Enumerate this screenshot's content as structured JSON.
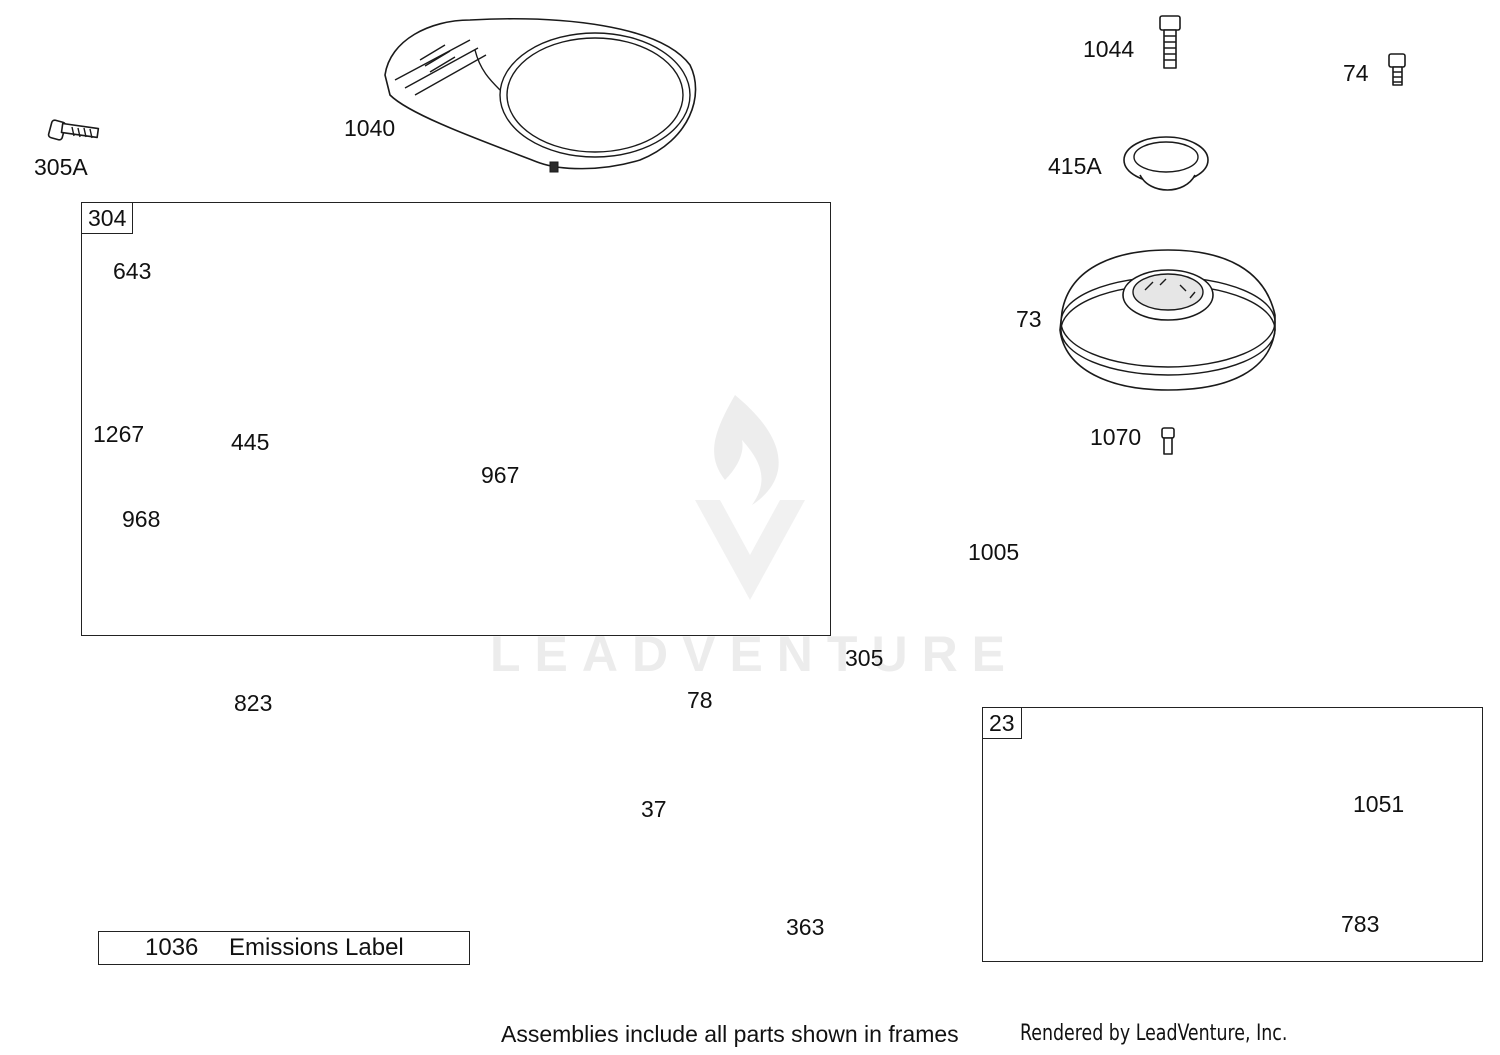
{
  "watermark": {
    "text": "LEADVENTURE",
    "color": "#ececec"
  },
  "frames": {
    "frame_304": {
      "label": "304"
    },
    "frame_23": {
      "label": "23"
    }
  },
  "parts": {
    "p305A": "305A",
    "p1040": "1040",
    "p1044": "1044",
    "p74": "74",
    "p415A": "415A",
    "p643": "643",
    "p73": "73",
    "p1267": "1267",
    "p445": "445",
    "p967": "967",
    "p968": "968",
    "p1070": "1070",
    "p1005": "1005",
    "p305": "305",
    "p823": "823",
    "p78": "78",
    "p37": "37",
    "p1051": "1051",
    "p363": "363",
    "p783": "783"
  },
  "emissions": {
    "number": "1036",
    "label": "Emissions Label"
  },
  "footer": {
    "assemblies_note": "Assemblies include all parts shown in frames",
    "rendered_by": "Rendered by LeadVenture, Inc."
  }
}
